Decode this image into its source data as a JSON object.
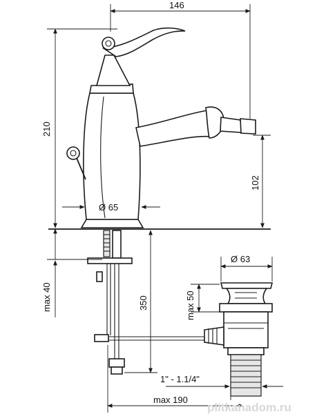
{
  "dimensions": {
    "width_top": "146",
    "height_total": "210",
    "spout_height": "102",
    "base_diameter": "Ø 65",
    "drain_diameter": "Ø 63",
    "max_40": "max 40",
    "max_50": "max 50",
    "length_350": "350",
    "thread": "1\" - 1.1/4\"",
    "max_190": "max 190"
  },
  "watermark": "plitkanadom.ru",
  "colors": {
    "line": "#1a1a1a",
    "background": "#ffffff",
    "watermark": "#d8d8d8"
  }
}
